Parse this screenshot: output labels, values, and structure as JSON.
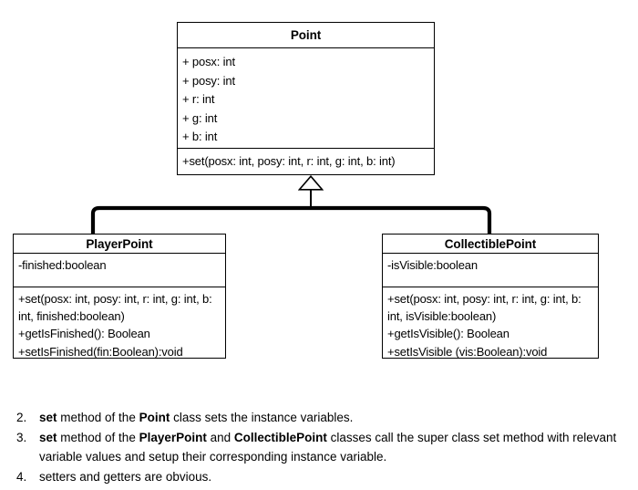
{
  "diagram": {
    "type": "uml-class-diagram",
    "relationship": "generalization",
    "classes": [
      {
        "id": "point",
        "name": "Point",
        "role": "superclass",
        "attributes": [
          "+ posx: int",
          "+ posy: int",
          "+ r: int",
          "+ g: int",
          "+ b: int"
        ],
        "operations": [
          "+set(posx: int, posy: int, r: int, g: int, b: int)"
        ]
      },
      {
        "id": "playerpoint",
        "name": "PlayerPoint",
        "role": "subclass",
        "attributes": [
          "-finished:boolean"
        ],
        "operations": [
          "+set(posx: int, posy: int, r: int, g: int, b: int, finished:boolean)",
          "+getIsFinished(): Boolean",
          "+setIsFinished(fin:Boolean):void"
        ]
      },
      {
        "id": "collectiblepoint",
        "name": "CollectiblePoint",
        "role": "subclass",
        "attributes": [
          "-isVisible:boolean"
        ],
        "operations": [
          "+set(posx: int, posy: int, r: int, g: int, b: int, isVisible:boolean)",
          "+getIsVisible(): Boolean",
          "+setIsVisible (vis:Boolean):void"
        ]
      }
    ]
  },
  "notes": {
    "items": [
      {
        "marker": "2.",
        "text": "set method of the Point class sets the instance variables.",
        "html": "<b>set</b> method of the <b>Point</b> class sets the instance variables."
      },
      {
        "marker": "3.",
        "text": "set method of the PlayerPoint and CollectiblePoint classes call the super class set method with relevant variable values and setup their corresponding instance variable.",
        "html": "<b>set</b> method of the <b>PlayerPoint</b> and <b>CollectiblePoint</b> classes call the super class set method with relevant variable values and setup their corresponding instance variable."
      },
      {
        "marker": "4.",
        "text": "setters and getters are obvious.",
        "html": "setters and getters are obvious."
      }
    ]
  },
  "colors": {
    "stroke": "#000000",
    "background": "#ffffff",
    "text": "#000000"
  }
}
